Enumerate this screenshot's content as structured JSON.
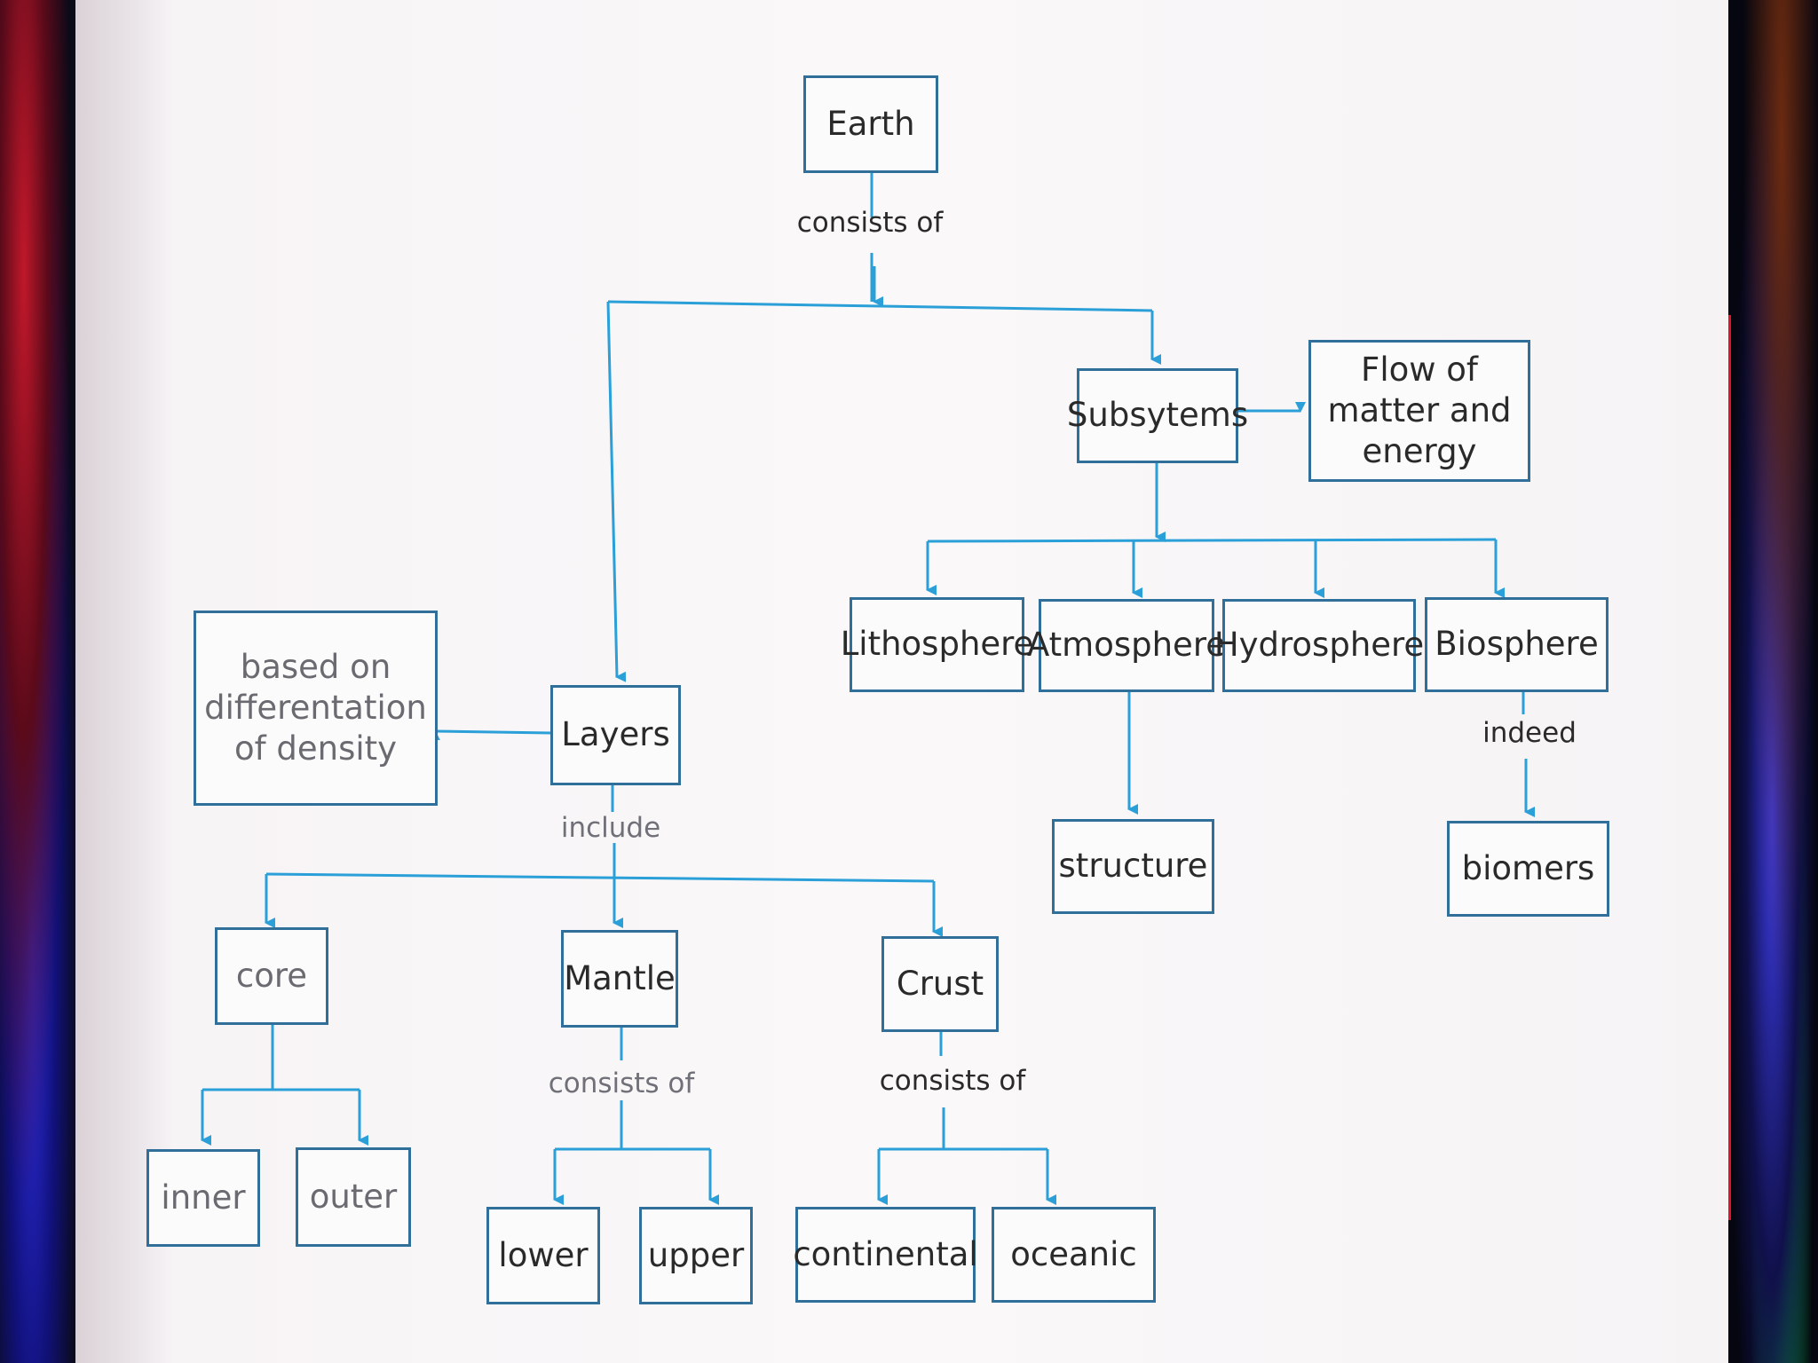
{
  "nodes": {
    "earth": "Earth",
    "subsystems": "Subsytems",
    "flow": "Flow of matter and energy",
    "lithosphere": "Lithosphere",
    "atmosphere": "Atmosphere",
    "hydrosphere": "Hydrosphere",
    "biosphere": "Biosphere",
    "structure": "structure",
    "biomers": "biomers",
    "density": "based on differentation of density",
    "layers": "Layers",
    "core": "core",
    "mantle": "Mantle",
    "crust": "Crust",
    "inner": "inner",
    "outer": "outer",
    "lower": "lower",
    "upper": "upper",
    "continental": "continental",
    "oceanic": "oceanic"
  },
  "edge_labels": {
    "earth_consists": "consists of",
    "layers_include": "include",
    "biosphere_indeed": "indeed",
    "mantle_consists": "consists of",
    "crust_consists": "consists of"
  },
  "colors": {
    "line": "#2a9fd8",
    "box_border": "#2f6f9a"
  }
}
